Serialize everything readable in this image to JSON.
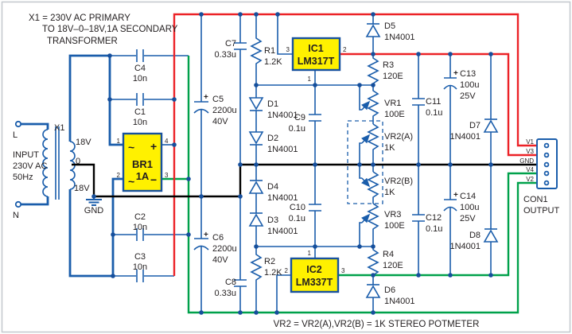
{
  "colors": {
    "wire_blue": "#1a5dab",
    "wire_red": "#ec2227",
    "wire_green": "#00a14b",
    "wire_black": "#000000",
    "component_fill": "#fff100",
    "component_border": "#17519e",
    "text": "#231f20"
  },
  "notes": {
    "title_line1": "X1 = 230V AC PRIMARY",
    "title_line2": "TO 18V–0–18V,1A SECONDARY",
    "title_line3": "TRANSFORMER",
    "bottom": "VR2 = VR2(A),VR2(B) = 1K STEREO POTMETER"
  },
  "input": {
    "live": "L",
    "neutral": "N",
    "desc_line1": "INPUT",
    "desc_line2": "230V AC",
    "desc_line3": "50Hz",
    "transformer_ref": "X1",
    "sec_top": "18V",
    "sec_center": "0",
    "sec_bottom": "18V",
    "ground": "GND"
  },
  "bridge": {
    "ref": "BR1",
    "rating": "1A",
    "sym_ac_top": "~",
    "sym_ac_bottom": "~",
    "sym_plus": "+",
    "sym_minus": "−",
    "pin1": "1",
    "pin2": "2",
    "pin3": "3",
    "pin4": "4"
  },
  "regulators": {
    "ic1": {
      "ref": "IC1",
      "part": "LM317T",
      "pin_in": "3",
      "pin_out": "2",
      "pin_adj": "1"
    },
    "ic2": {
      "ref": "IC2",
      "part": "LM337T",
      "pin_in": "2",
      "pin_out": "3",
      "pin_adj": "1"
    }
  },
  "capacitors": {
    "c1": {
      "ref": "C1",
      "value": "10n"
    },
    "c2": {
      "ref": "C2",
      "value": "10n"
    },
    "c3": {
      "ref": "C3",
      "value": "10n"
    },
    "c4": {
      "ref": "C4",
      "value": "10n"
    },
    "c5": {
      "ref": "C5",
      "value": "2200u",
      "voltage": "40V",
      "polarity": "+"
    },
    "c6": {
      "ref": "C6",
      "value": "2200u",
      "voltage": "40V",
      "polarity": "+"
    },
    "c7": {
      "ref": "C7",
      "value": "0.33u"
    },
    "c8": {
      "ref": "C8",
      "value": "0.33u"
    },
    "c9": {
      "ref": "C9",
      "value": "0.1u"
    },
    "c10": {
      "ref": "C10",
      "value": "0.1u"
    },
    "c11": {
      "ref": "C11",
      "value": "0.1u"
    },
    "c12": {
      "ref": "C12",
      "value": "0.1u"
    },
    "c13": {
      "ref": "C13",
      "value": "100u",
      "voltage": "25V",
      "polarity": "+"
    },
    "c14": {
      "ref": "C14",
      "value": "100u",
      "voltage": "25V",
      "polarity": "+"
    }
  },
  "resistors": {
    "r1": {
      "ref": "R1",
      "value": "1.2K"
    },
    "r2": {
      "ref": "R2",
      "value": "1.2K"
    },
    "r3": {
      "ref": "R3",
      "value": "120E"
    },
    "r4": {
      "ref": "R4",
      "value": "120E"
    }
  },
  "potentiometers": {
    "vr1": {
      "ref": "VR1",
      "value": "100E"
    },
    "vr2a": {
      "ref": "VR2(A)",
      "value": "1K"
    },
    "vr2b": {
      "ref": "VR2(B)",
      "value": "1K"
    },
    "vr3": {
      "ref": "VR3",
      "value": "100E"
    }
  },
  "diodes": {
    "d1": {
      "ref": "D1",
      "part": "1N4001"
    },
    "d2": {
      "ref": "D2",
      "part": "1N4001"
    },
    "d3": {
      "ref": "D3",
      "part": "1N4001"
    },
    "d4": {
      "ref": "D4",
      "part": "1N4001"
    },
    "d5": {
      "ref": "D5",
      "part": "1N4001"
    },
    "d6": {
      "ref": "D6",
      "part": "1N4001"
    },
    "d7": {
      "ref": "D7",
      "part": "1N4001"
    },
    "d8": {
      "ref": "D8",
      "part": "1N4001"
    }
  },
  "connector": {
    "ref": "CON1",
    "label": "OUTPUT",
    "pins": [
      "V1",
      "V3",
      "GND",
      "V4",
      "V2"
    ]
  }
}
